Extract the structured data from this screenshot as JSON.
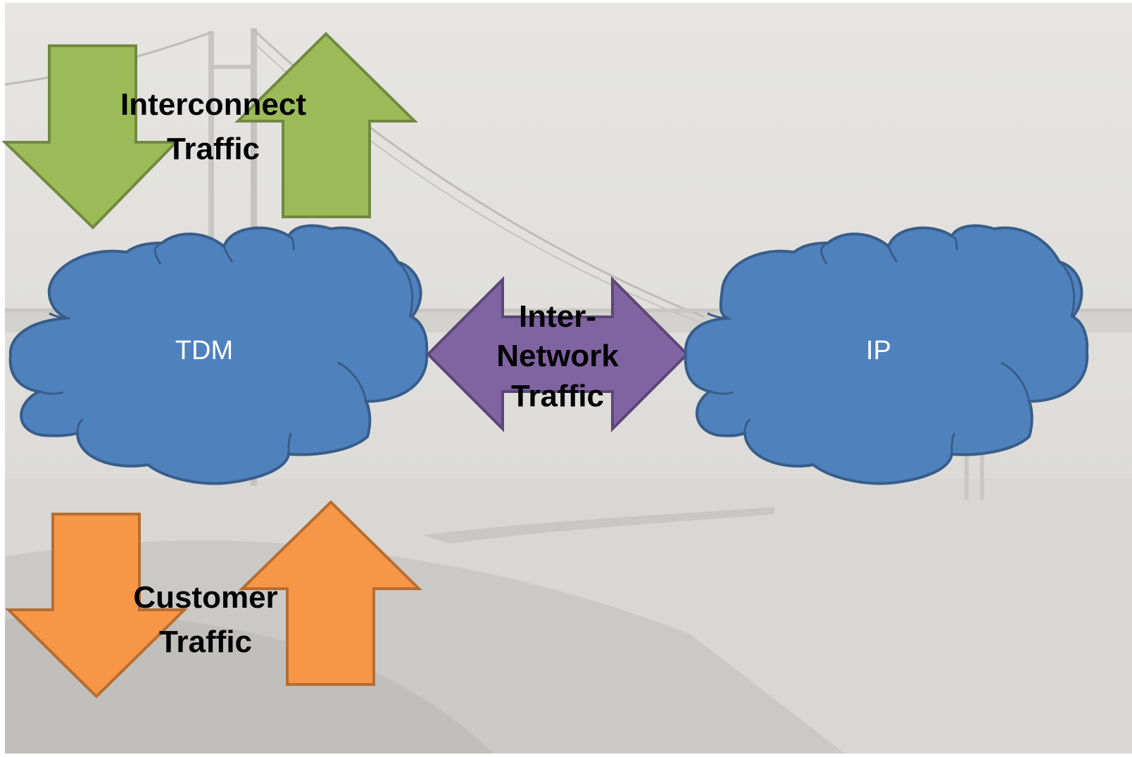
{
  "diagram": {
    "interconnect": {
      "line1": "Interconnect",
      "line2": "Traffic",
      "color": "#9BBB59",
      "stroke": "#71893F"
    },
    "customer": {
      "line1": "Customer",
      "line2": "Traffic",
      "color": "#F79646",
      "stroke": "#B66D31"
    },
    "inter_network": {
      "line1": "Inter-",
      "line2": "Network",
      "line3": "Traffic",
      "color": "#8064A2",
      "stroke": "#5C4776"
    },
    "tdm_cloud": {
      "label": "TDM",
      "color": "#4F81BD",
      "stroke": "#385D8A"
    },
    "ip_cloud": {
      "label": "IP",
      "color": "#4F81BD",
      "stroke": "#385D8A"
    },
    "background": {
      "name": "bridge-photo-background",
      "sky": "#E4E3E0",
      "water": "#D6D5D1"
    }
  }
}
